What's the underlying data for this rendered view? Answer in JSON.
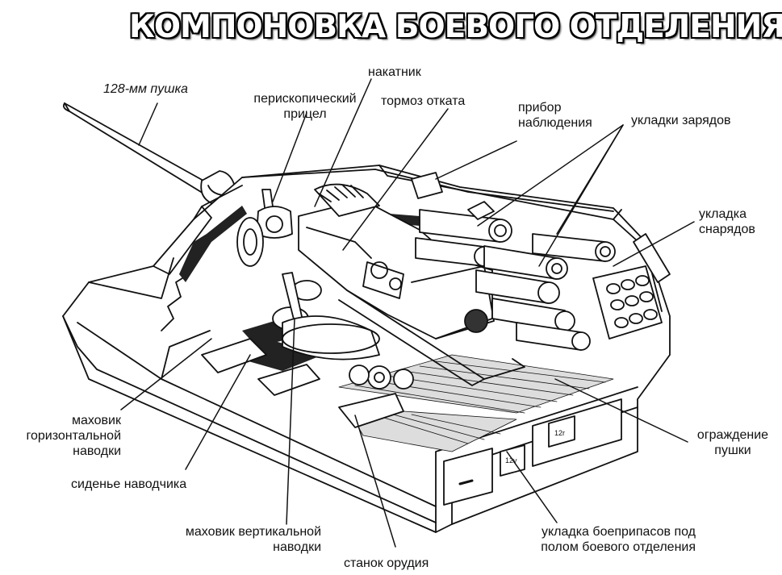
{
  "title": "КОМПОНОВКА БОЕВОГО ОТДЕЛЕНИЯ",
  "labels": {
    "gun": "128-мм пушка",
    "periscope_line1": "перископический",
    "periscope_line2": "прицел",
    "recuperator": "накатник",
    "recoil_brake": "тормоз отката",
    "observation_line1": "прибор",
    "observation_line2": "наблюдения",
    "charge_stowage": "укладки зарядов",
    "shell_stowage_line1": "укладка",
    "shell_stowage_line2": "снарядов",
    "traverse_wheel_line1": "маховик",
    "traverse_wheel_line2": "горизонтальной",
    "traverse_wheel_line3": "наводки",
    "gunner_seat": "сиденье наводчика",
    "elevation_wheel_line1": "маховик вертикальной",
    "elevation_wheel_line2": "наводки",
    "gun_mount": "станок орудия",
    "floor_stowage_line1": "укладка боеприпасов под",
    "floor_stowage_line2": "полом боевого отделения",
    "gun_guard_line1": "ограждение",
    "gun_guard_line2": "пушки"
  },
  "box_marks": [
    "12v",
    "12r"
  ]
}
